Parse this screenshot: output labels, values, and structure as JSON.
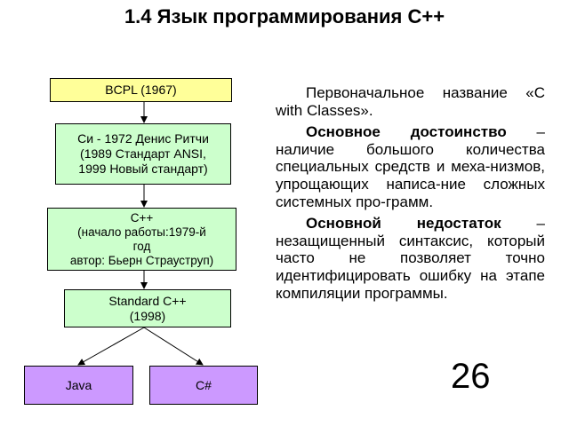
{
  "slide": {
    "title": "1.4 Язык программирования С++",
    "page_number": "26"
  },
  "diagram": {
    "nodes": [
      {
        "id": "bcpl",
        "label": "BCPL (1967)"
      },
      {
        "id": "c1972",
        "label": "Си - 1972 Денис Ритчи\n(1989 Стандарт ANSI,\n1999 Новый стандарт)"
      },
      {
        "id": "cpp",
        "label": "С++\n(начало работы:1979-й\nгод\nавтор: Бьерн Страуструп)"
      },
      {
        "id": "std",
        "label": "Standard C++\n(1998)"
      },
      {
        "id": "java",
        "label": "Java"
      },
      {
        "id": "csharp",
        "label": "C#"
      }
    ],
    "colors": {
      "root": "#ffff99",
      "intermediate": "#ccffcc",
      "leaf": "#cc99ff"
    }
  },
  "text": {
    "p1": "Первоначальное название «C with Classes».",
    "p2_bold": "Основное достоинство",
    "p2_rest": " – наличие большого количества специальных средств и меха-низмов, упрощающих написа-ние сложных системных про-грамм.",
    "p3_bold": "Основной недостаток",
    "p3_rest": " – незащищенный синтаксис, который часто не позволяет точно идентифицировать ошибку на этапе компиляции программы."
  }
}
